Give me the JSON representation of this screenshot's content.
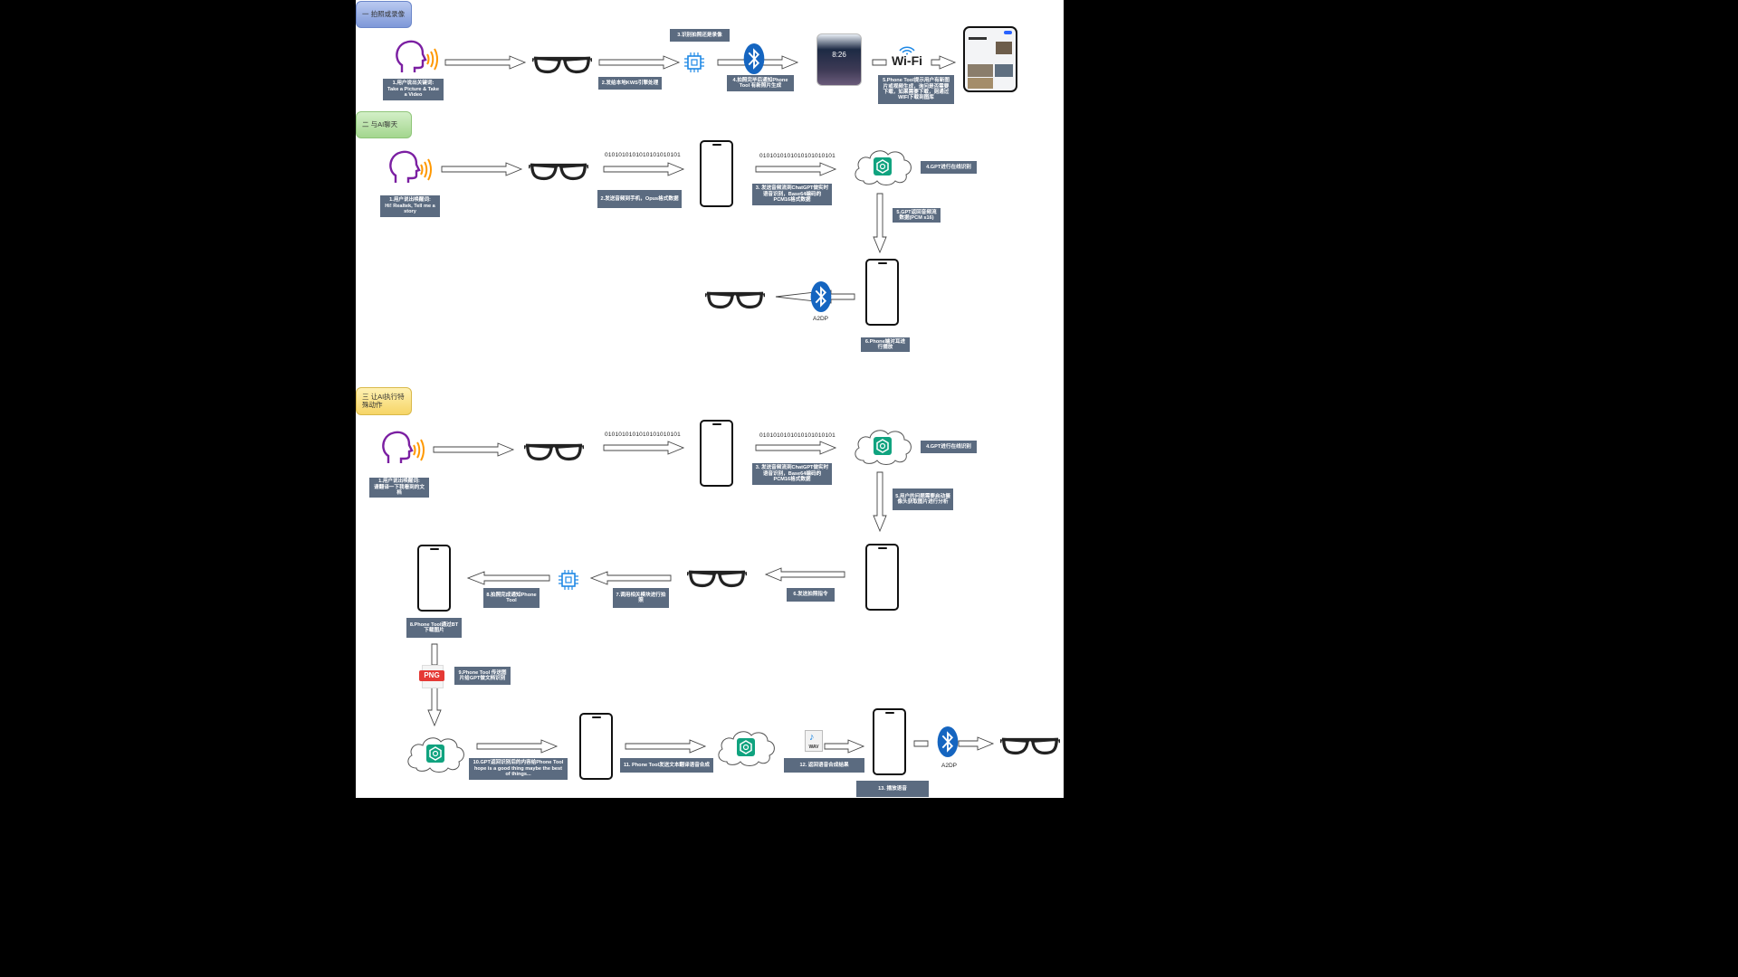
{
  "sections": {
    "s1": "一  拍照或录像",
    "s2": "二  与AI聊天",
    "s3": "三  让AI执行特殊动作"
  },
  "s1": {
    "l1": "1.用户说出关键词:\nTake a Picture & Take a Video",
    "l2": "2.发给本地KWS引擎处理",
    "l3": "3.识别拍照还是录像",
    "l4": "4.拍照完毕后通知Phone Tool 有新照片生成",
    "l5": "5.Phone Tool提示用户有新图片或视频生成，询问是否需要下载，如果需要下载，则通过WIFI下载到图库",
    "phone_time": "8:26",
    "wifi": "Wi-Fi"
  },
  "s2": {
    "l1": "1.用户说出唤醒词:\nHi! Realtek, Tell me a story",
    "l2": "2.发送音频到手机，Opus格式数据",
    "l3": "3. 发送音频流到ChatGPT做实时语音识别，Base64编码的PCM16格式数据",
    "l4": "4.GPT进行在线识别",
    "l5": "5.GPT返回音频流数据(PCM s16)",
    "l6": "6.Phone端对耳进行播放",
    "bits_a": "0101010101010101010101",
    "bits_b": "0101010101010101010101",
    "a2dp": "A2DP"
  },
  "s3": {
    "l1": "1.用户说出唤醒词:\n请翻译一下我看到的文档",
    "l3": "3. 发送音频流到ChatGPT做实时语音识别，Base64编码的PCM16格式数据",
    "l4": "4.GPT进行在线识别",
    "l5": "5.用户的问题需要启动摄像头获取图片进行分析",
    "l6": "6.发送拍照指令",
    "l7": "7.调用相关模块进行拍照",
    "l8a": "8.拍照完成通知Phone Tool",
    "l8b": "8.Phone Tool通过BT 下载图片",
    "l9": "9.Phone Tool 传送图片给GPT做文档识别",
    "l10": "10.GPT返回识别后的内容给Phone Tool hope is a good thing maybe the best of things...",
    "l11": "11. Phone Tool发送文本翻译语音合成",
    "l12": "12. 返回语音合成结果",
    "l13": "13. 播放语音",
    "bits_a": "0101010101010101010101",
    "bits_b": "0101010101010101010101",
    "png": "PNG",
    "wav": "WAV",
    "a2dp": "A2DP"
  }
}
